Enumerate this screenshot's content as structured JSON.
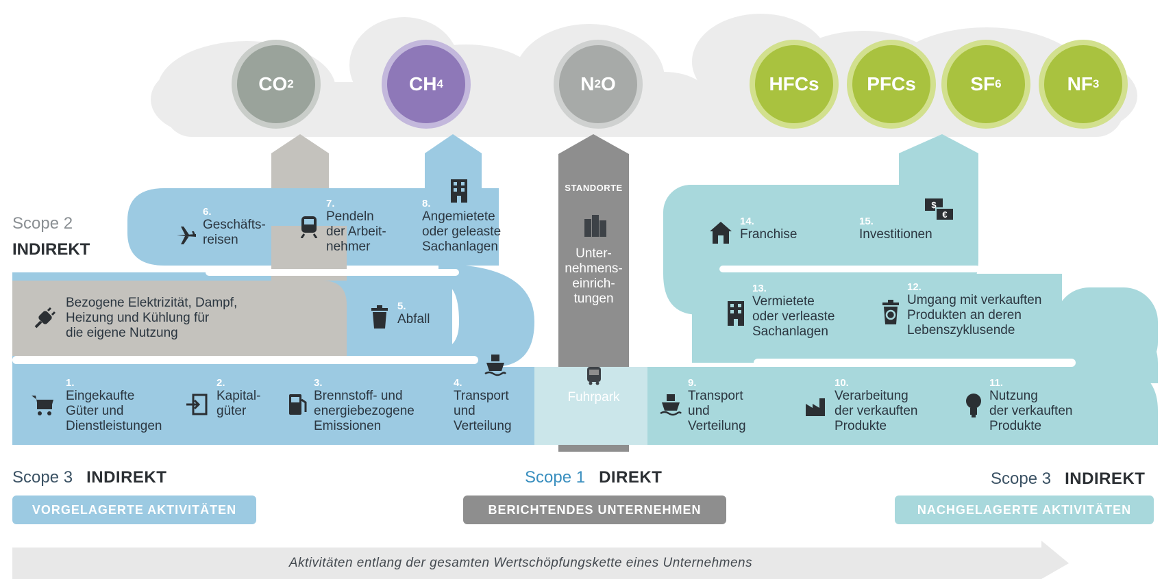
{
  "gases": [
    {
      "base": "CO",
      "sub": "2"
    },
    {
      "base": "CH",
      "sub": "4"
    },
    {
      "base": "N",
      "sub": "2",
      "tail": "O"
    },
    {
      "base": "HFCs",
      "sub": ""
    },
    {
      "base": "PFCs",
      "sub": ""
    },
    {
      "base": "SF",
      "sub": "6"
    },
    {
      "base": "NF",
      "sub": "3"
    }
  ],
  "scope2": {
    "label": "Scope 2",
    "type": "INDIREKT"
  },
  "scope1": {
    "label": "Scope 1",
    "type": "DIREKT"
  },
  "scope3_left": {
    "label": "Scope 3",
    "type": "INDIREKT"
  },
  "scope3_right": {
    "label": "Scope 3",
    "type": "INDIREKT"
  },
  "standorte": "STANDORTE",
  "center": {
    "facilities": "Unter-\nnehmens-\neinrich-\ntungen",
    "fleet": "Fuhrpark"
  },
  "scope2_item": "Bezogene Elektrizität, Dampf,\nHeizung und Kühlung für\ndie eigene Nutzung",
  "upstream": [
    {
      "num": "1.",
      "text": "Eingekaufte\nGüter und\nDienstleistungen"
    },
    {
      "num": "2.",
      "text": "Kapital-\ngüter"
    },
    {
      "num": "3.",
      "text": "Brennstoff- und\nenergiebezogene\nEmissionen"
    },
    {
      "num": "4.",
      "text": "Transport\nund\nVerteilung"
    },
    {
      "num": "5.",
      "text": "Abfall"
    },
    {
      "num": "6.",
      "text": "Geschäfts-\nreisen"
    },
    {
      "num": "7.",
      "text": "Pendeln\nder Arbeit-\nnehmer"
    },
    {
      "num": "8.",
      "text": "Angemietete\noder geleaste\nSachanlagen"
    }
  ],
  "downstream": [
    {
      "num": "9.",
      "text": "Transport\nund\nVerteilung"
    },
    {
      "num": "10.",
      "text": "Verarbeitung\nder verkauften\nProdukte"
    },
    {
      "num": "11.",
      "text": "Nutzung\nder verkauften\nProdukte"
    },
    {
      "num": "12.",
      "text": "Umgang mit verkauften\nProdukten an deren\nLebenszyklusende"
    },
    {
      "num": "13.",
      "text": "Vermietete\noder verleaste\nSachanlagen"
    },
    {
      "num": "14.",
      "text": "Franchise"
    },
    {
      "num": "15.",
      "text": "Investitionen"
    }
  ],
  "badges": {
    "upstream": "VORGELAGERTE AKTIVITÄTEN",
    "company": "BERICHTENDES UNTERNEHMEN",
    "downstream": "NACHGELAGERTE AKTIVITÄTEN"
  },
  "arrow_caption": "Aktivitäten entlang der gesamten Wertschöpfungskette eines Unternehmens",
  "icons": [
    "cart-icon",
    "enter-icon",
    "fuel-pump-icon",
    "ship-icon",
    "trash-icon",
    "plane-icon",
    "train-icon",
    "building-icon",
    "plug-icon",
    "factory-buildings-icon",
    "bus-icon",
    "house-icon",
    "currency-icon",
    "recycle-bin-icon",
    "lightbulb-icon"
  ],
  "colors": {
    "co2": "#9aa39b",
    "ch4": "#8e78b8",
    "n2o": "#a7aaa8",
    "fgas": "#a9c23f",
    "upstream_blue": "#9ccae2",
    "downstream_teal": "#a8d8dc",
    "scope2_grey": "#c4c2bd",
    "center_grey": "#8e8e8e",
    "cloud": "#ececec"
  }
}
